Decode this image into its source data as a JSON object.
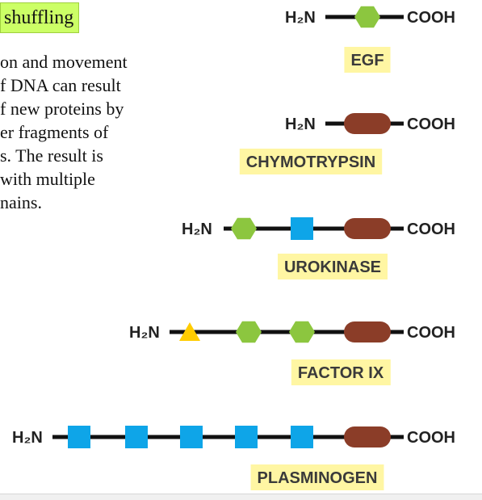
{
  "heading": "shuffling",
  "paragraph_lines": [
    "on and movement",
    "f DNA can result",
    "f new proteins by",
    "er fragments of",
    "s. The result is",
    "with multiple",
    "nains."
  ],
  "colors": {
    "egf_domain": "#8cc63f",
    "kringle_domain": "#0ea5e8",
    "protease_domain": "#8b3d28",
    "gla_domain": "#ffcc00",
    "label_background": "#fff6a3",
    "heading_background": "#ccff66"
  },
  "terminal_labels": {
    "n_terminus": "H₂N",
    "c_terminus": "COOH"
  },
  "proteins": [
    {
      "name": "EGF",
      "domains": [
        "egf"
      ]
    },
    {
      "name": "CHYMOTRYPSIN",
      "domains": [
        "protease"
      ]
    },
    {
      "name": "UROKINASE",
      "domains": [
        "egf",
        "kringle",
        "protease"
      ]
    },
    {
      "name": "FACTOR IX",
      "domains": [
        "gla",
        "egf",
        "egf",
        "protease"
      ]
    },
    {
      "name": "PLASMINOGEN",
      "domains": [
        "kringle",
        "kringle",
        "kringle",
        "kringle",
        "kringle",
        "protease"
      ]
    }
  ]
}
